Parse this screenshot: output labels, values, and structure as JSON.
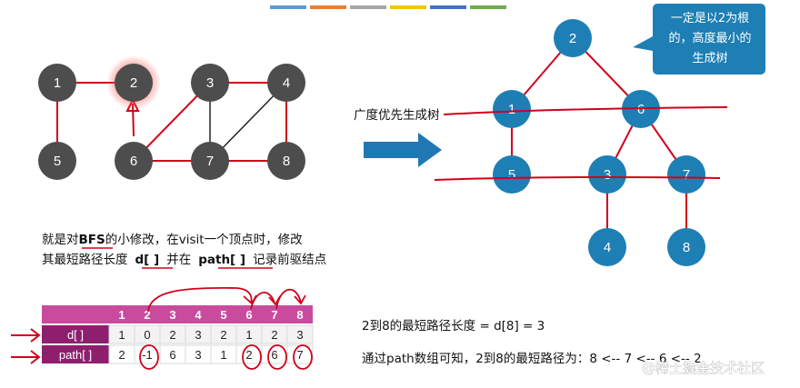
{
  "top_bar_colors": [
    "#5b9bd5",
    "#ed7d31",
    "#a5a5a5",
    "#f5c400",
    "#4472c4",
    "#70ad47"
  ],
  "graph_left": {
    "nodes": [
      "1",
      "2",
      "3",
      "4",
      "5",
      "6",
      "7",
      "8"
    ]
  },
  "arrow_label": "广度优先生成树",
  "callout": {
    "lines": [
      "一定是以2为根",
      "的，高度最小的",
      "生成树"
    ]
  },
  "tree": {
    "nodes": [
      "2",
      "1",
      "6",
      "5",
      "3",
      "7",
      "4",
      "8"
    ]
  },
  "description": {
    "line1_prefix": "就是对",
    "line1_bfs": "BFS",
    "line1_suffix": "的小修改，在visit一个顶点时，修改",
    "line2_prefix": "其最短路径长度",
    "line2_d": "d[ ]",
    "line2_mid": "并在",
    "line2_path": "path[ ]",
    "line2_suffix": "记录前驱结点"
  },
  "table": {
    "headers": [
      "1",
      "2",
      "3",
      "4",
      "5",
      "6",
      "7",
      "8"
    ],
    "rows": [
      {
        "label": "d[ ]",
        "values": [
          "1",
          "0",
          "2",
          "3",
          "2",
          "1",
          "2",
          "3"
        ]
      },
      {
        "label": "path[ ]",
        "values": [
          "2",
          "-1",
          "6",
          "3",
          "1",
          "2",
          "6",
          "7"
        ]
      }
    ]
  },
  "result_line1": "2到8的最短路径长度 = d[8] = 3",
  "result_line2": "通过path数组可知，2到8的最短路径为：8 <-- 7 <-- 6 <-- 2",
  "watermark": "@稀土掘金技术社区",
  "colors": {
    "gray_node": "#4d4d4d",
    "blue_node": "#1e7fb5",
    "red": "#d0021b",
    "table_header": "#c84b9e",
    "table_label": "#8e1f6e"
  }
}
